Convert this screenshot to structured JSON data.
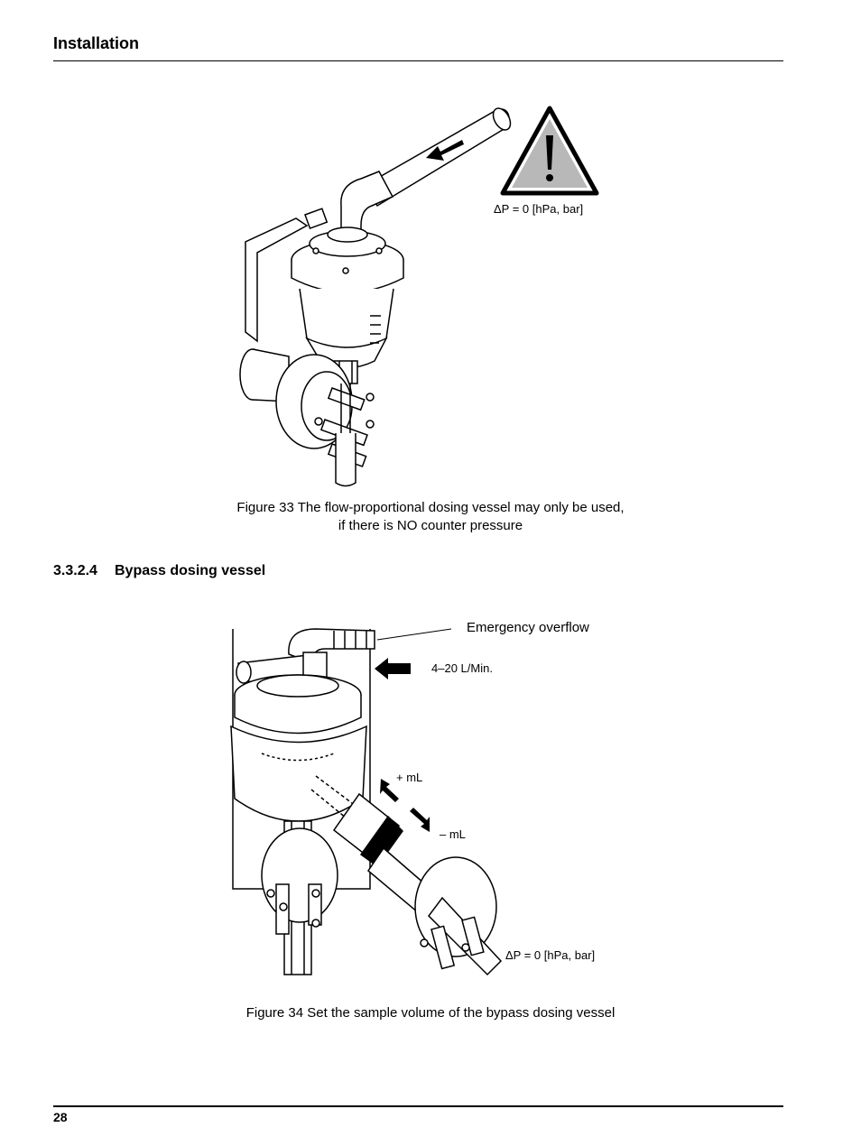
{
  "header": {
    "title": "Installation"
  },
  "figure33": {
    "pressure_label": "ΔP = 0 [hPa, bar]",
    "caption_line1": "Figure 33 The flow-proportional dosing vessel may only be used,",
    "caption_line2": "if there is NO counter pressure",
    "icons": [
      "warning-triangle-icon",
      "flow-arrow-icon"
    ]
  },
  "section": {
    "number": "3.3.2.4",
    "title": "Bypass dosing vessel"
  },
  "figure34": {
    "overflow_label": "Emergency overflow",
    "flow_label": "4–20 L/Min.",
    "plus_label": "+ mL",
    "minus_label": "– mL",
    "pressure_label": "ΔP = 0 [hPa, bar]",
    "caption": "Figure 34 Set the sample volume of the bypass dosing vessel"
  },
  "footer": {
    "page_number": "28"
  }
}
